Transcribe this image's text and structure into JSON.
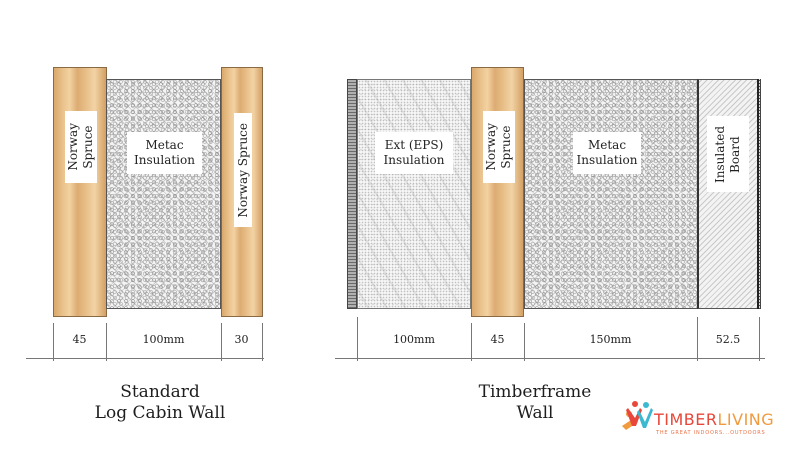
{
  "left_wall": {
    "title": "Standard\nLog Cabin Wall",
    "layers": [
      {
        "name": "Norway Spruce",
        "label": "Norway\nSpruce",
        "dimension": "45"
      },
      {
        "name": "Metac Insulation",
        "label": "Metac\nInsulation",
        "dimension": "100mm"
      },
      {
        "name": "Norway Spruce",
        "label": "Norway Spruce",
        "dimension": "30"
      }
    ]
  },
  "right_wall": {
    "title": "Timberframe\nWall",
    "layers": [
      {
        "name": "Ext (EPS) Insulation",
        "label": "Ext (EPS)\nInsulation",
        "dimension": "100mm"
      },
      {
        "name": "Norway Spruce",
        "label": "Norway\nSpruce",
        "dimension": "45"
      },
      {
        "name": "Metac Insulation",
        "label": "Metac\nInsulation",
        "dimension": "150mm"
      },
      {
        "name": "Insulated Board",
        "label": "Insulated\nBoard",
        "dimension": "52.5"
      }
    ]
  },
  "logo": {
    "brand_part1": "TIMBER",
    "brand_part2": "LIVING",
    "tagline": "THE GREAT INDOORS...OUTDOORS",
    "colors": {
      "red": "#e8473a",
      "teal": "#3cb8d0",
      "orange": "#f19a3e"
    }
  }
}
